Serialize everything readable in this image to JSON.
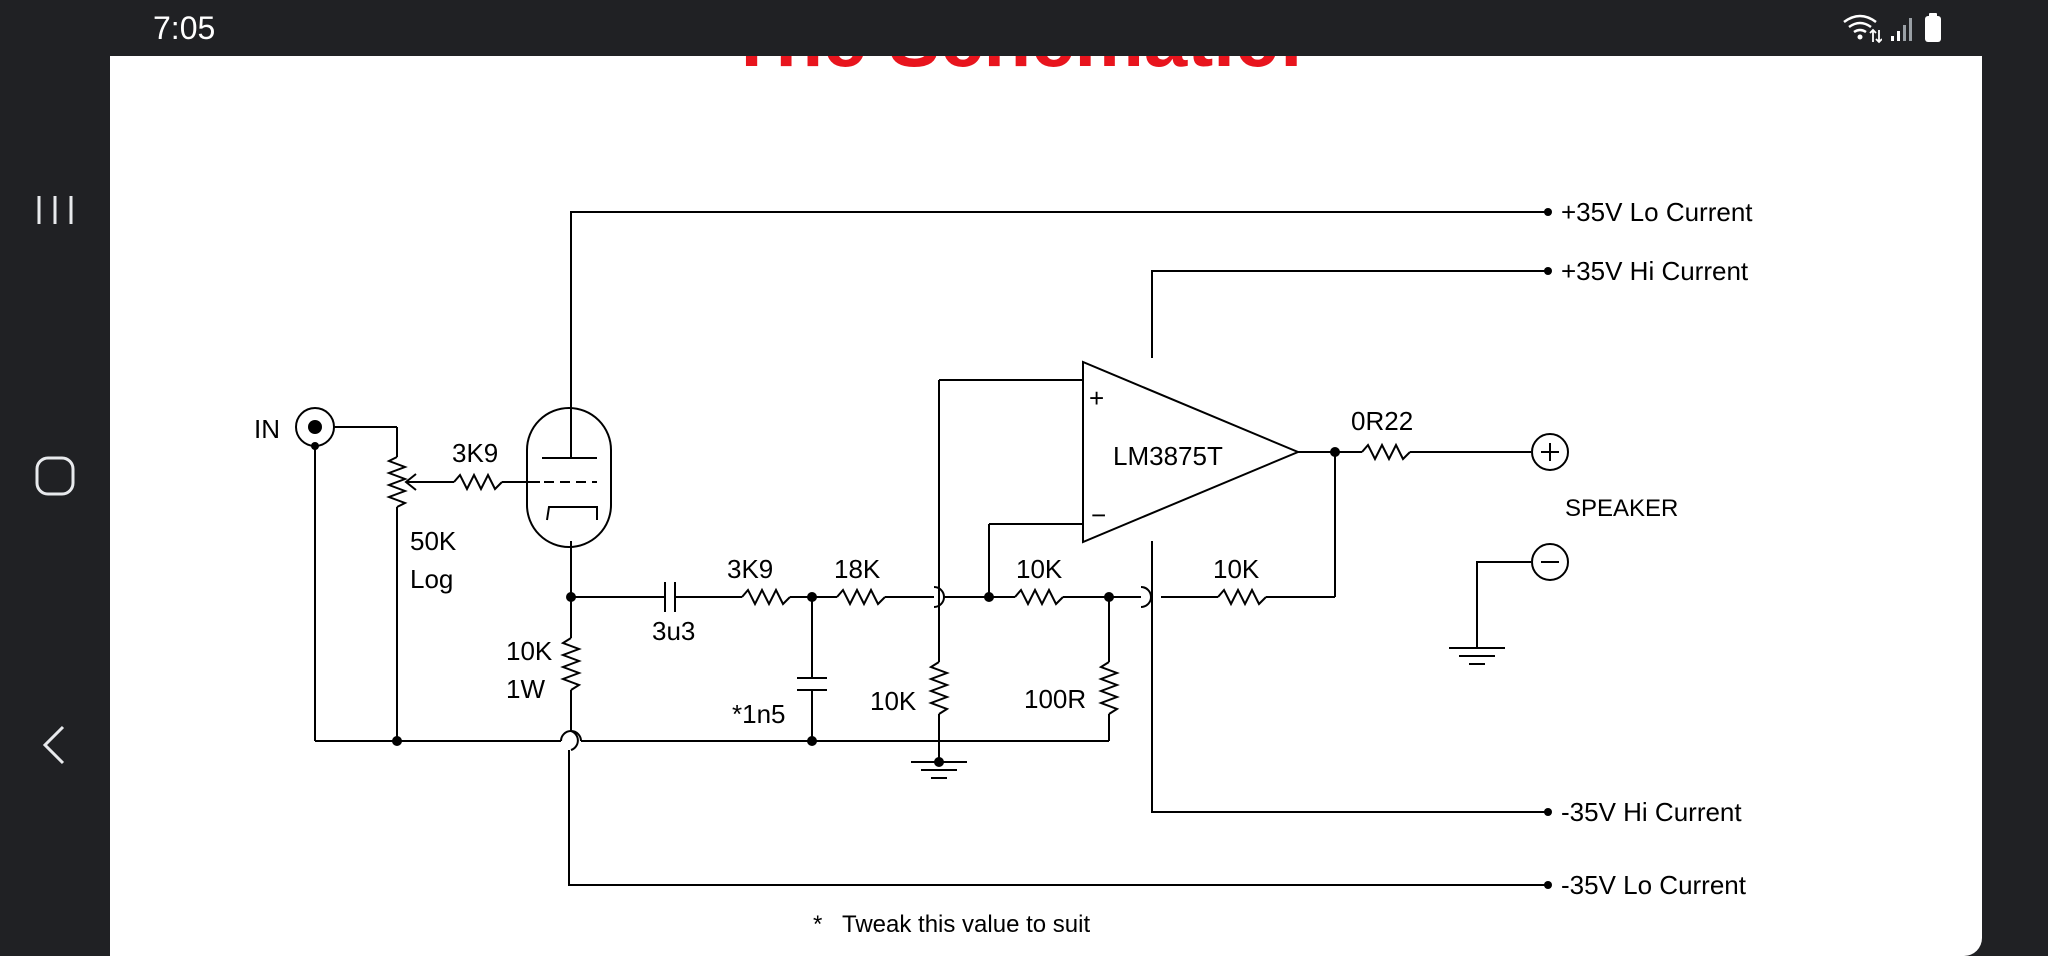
{
  "status_bar": {
    "time": "7:05",
    "icons": [
      "wifi-icon",
      "signal-icon",
      "battery-icon"
    ]
  },
  "navigation": {
    "buttons": [
      "recent-apps-icon",
      "home-icon",
      "back-icon"
    ]
  },
  "page": {
    "heading": "The Schematic:",
    "heading_color": "#e8141d"
  },
  "schematic": {
    "input_label": "IN",
    "pot_label": "3K9",
    "pot_value": "50K",
    "pot_taper": "Log",
    "cap_3u3": "3u3",
    "r_3k9": "3K9",
    "r_18k": "18K",
    "r_10k_1w_value": "10K",
    "r_10k_1w_rating": "1W",
    "cap_1n5": "*1n5",
    "r_10k_shunt": "10K",
    "r_10k_fb": "10K",
    "r_100r": "100R",
    "r_10k_out": "10K",
    "amp_label": "LM3875T",
    "amp_plus": "+",
    "amp_minus": "−",
    "r_0r22": "0R22",
    "speaker_label": "SPEAKER",
    "rail_plus_lo": "+35V Lo Current",
    "rail_plus_hi": "+35V Hi Current",
    "rail_minus_hi": "-35V Hi Current",
    "rail_minus_lo": "-35V Lo Current",
    "footnote_mark": "*",
    "footnote": "Tweak this value to suit"
  }
}
